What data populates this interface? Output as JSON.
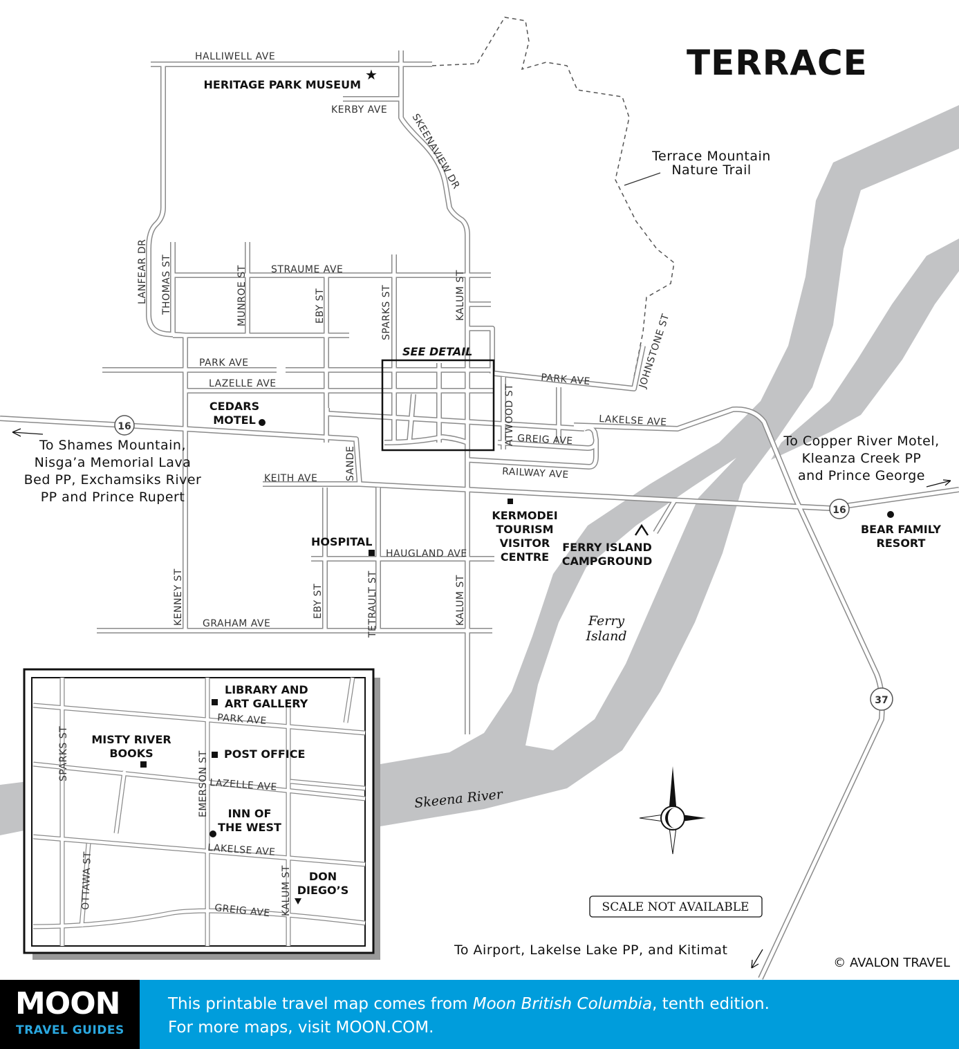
{
  "title": "TERRACE",
  "colors": {
    "river": "#c2c3c5",
    "road_edge": "#8a8a8a",
    "footer_bg": "#009ddc",
    "logo_bg": "#000000"
  },
  "streets": {
    "halliwell": "HALLIWELL AVE",
    "kerby": "KERBY AVE",
    "skeenaview": "SKEENAVIEW DR",
    "lanfear": "LANFEAR DR",
    "thomas": "THOMAS ST",
    "munroe": "MUNROE ST",
    "straume": "STRAUME AVE",
    "eby_upper": "EBY ST",
    "sparks": "SPARKS ST",
    "kalum_upper": "KALUM ST",
    "park": "PARK AVE",
    "lazelle": "LAZELLE AVE",
    "park_right": "PARK AVE",
    "johnstone": "JOHNSTONE ST",
    "lakelse": "LAKELSE AVE",
    "atwood": "ATWOOD ST",
    "greig": "GREIG AVE",
    "railway": "RAILWAY AVE",
    "keith": "KEITH AVE",
    "sande": "SANDE",
    "haugland": "HAUGLAND AVE",
    "kenney": "KENNEY ST",
    "graham": "GRAHAM AVE",
    "eby_lower": "EBY ST",
    "tetrault": "TETRAULT ST",
    "kalum_lower": "KALUM ST"
  },
  "pois": {
    "heritage": "HERITAGE PARK MUSEUM",
    "cedars_1": "CEDARS",
    "cedars_2": "MOTEL",
    "hospital": "HOSPITAL",
    "kermodei_1": "KERMODEI",
    "kermodei_2": "TOURISM",
    "kermodei_3": "VISITOR",
    "kermodei_4": "CENTRE",
    "ferry_camp_1": "FERRY ISLAND",
    "ferry_camp_2": "CAMPGROUND",
    "bear_1": "BEAR FAMILY",
    "bear_2": "RESORT",
    "see_detail": "SEE DETAIL"
  },
  "natural": {
    "trail_1": "Terrace Mountain",
    "trail_2": "Nature Trail",
    "ferry_island_1": "Ferry",
    "ferry_island_2": "Island",
    "skeena": "Skeena River"
  },
  "destinations": {
    "west": [
      "To Shames Mountain,",
      "Nisga’a Memorial Lava",
      "Bed PP, Exchamsiks River",
      "PP and Prince Rupert"
    ],
    "east": [
      "To Copper River Motel,",
      "Kleanza Creek PP",
      "and Prince George"
    ],
    "south": "To Airport, Lakelse Lake PP, and Kitimat"
  },
  "highways": {
    "hwy16_west": "16",
    "hwy16_east": "16",
    "hwy37": "37"
  },
  "inset": {
    "streets": {
      "park": "PARK AVE",
      "lazelle": "LAZELLE AVE",
      "lakelse": "LAKELSE AVE",
      "greig": "GREIG AVE",
      "sparks": "SPARKS ST",
      "emerson": "EMERSON ST",
      "ottawa": "OTTAWA ST",
      "kalum": "KALUM ST"
    },
    "pois": {
      "library_1": "LIBRARY AND",
      "library_2": "ART GALLERY",
      "misty_1": "MISTY RIVER",
      "misty_2": "BOOKS",
      "post": "POST OFFICE",
      "inn_1": "INN OF",
      "inn_2": "THE WEST",
      "don_1": "DON",
      "don_2": "DIEGO’S"
    }
  },
  "scale": "SCALE NOT AVAILABLE",
  "copyright": "© AVALON TRAVEL",
  "footer": {
    "logo_moon": "MOON",
    "logo_sub": "TRAVEL GUIDES",
    "line1_pre": "This printable travel map comes from ",
    "line1_book": "Moon British Columbia",
    "line1_post": ", tenth edition.",
    "line2": "For more maps, visit MOON.COM."
  }
}
